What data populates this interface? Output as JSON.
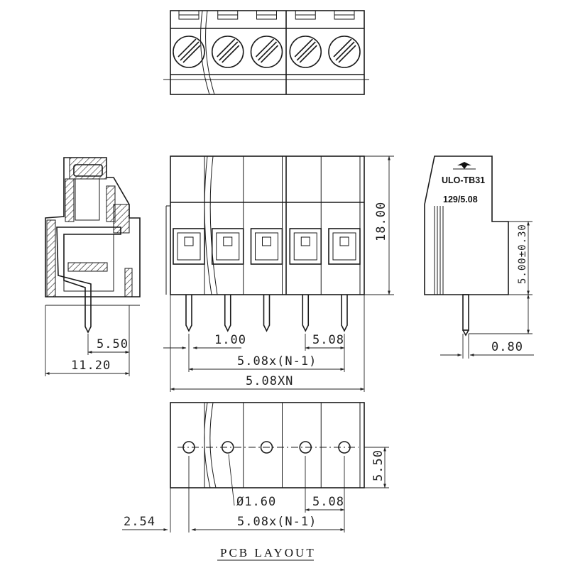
{
  "product": {
    "model": "ULO-TB31",
    "series": "129/5.08"
  },
  "dimensions": {
    "height": "18.00",
    "side_offset": "5.00±0.30",
    "pin_width": "0.80",
    "depth": "11.20",
    "pin_offset": "5.50",
    "pin_gap": "1.00",
    "pitch": "5.08",
    "span_n_minus_1": "5.08x(N-1)",
    "overall_length": "5.08XN",
    "pcb_row_offset": "5.50",
    "hole_diameter": "Ø1.60",
    "pcb_pitch": "5.08",
    "pcb_edge_offset": "2.54",
    "pcb_span": "5.08x(N-1)"
  },
  "pcb_title": "PCB LAYOUT",
  "pole_count": 5
}
